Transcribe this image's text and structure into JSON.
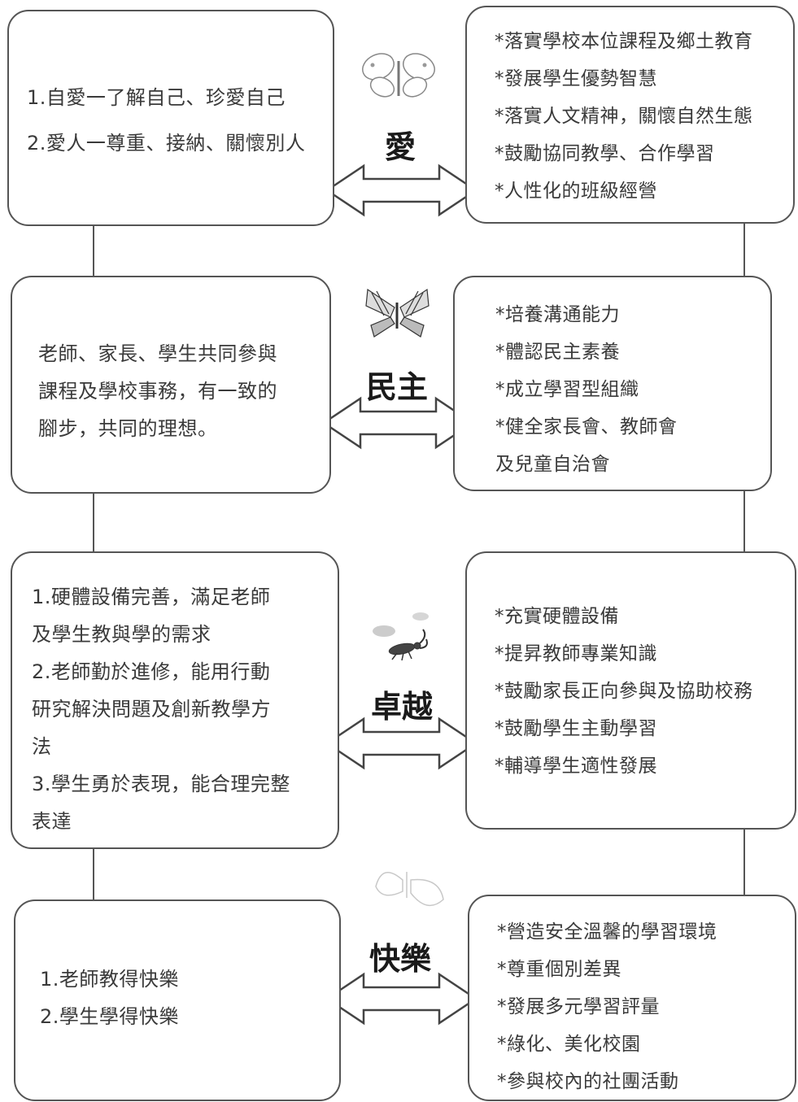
{
  "sections": [
    {
      "heading": "愛",
      "left_lines": [
        "1.自愛一了解自己、珍愛自己",
        "2.愛人一尊重、接納、關懷別人"
      ],
      "right_lines": [
        "*落實學校本位課程及鄉土教育",
        "*發展學生優勢智慧",
        "*落實人文精神，關懷自然生態",
        "*鼓勵協同教學、合作學習",
        "*人性化的班級經營"
      ],
      "icon": "white-butterfly-icon"
    },
    {
      "heading": "民主",
      "left_lines": [
        "老師、家長、學生共同參與",
        "課程及學校事務，有一致的",
        "腳步，共同的理想。"
      ],
      "right_lines": [
        "*培養溝通能力",
        "*體認民主素養",
        "*成立學習型組織",
        "*健全家長會、教師會",
        " 及兒童自治會"
      ],
      "icon": "swallowtail-butterfly-icon"
    },
    {
      "heading": "卓越",
      "left_lines": [
        "1.硬體設備完善，滿足老師",
        "  及學生教與學的需求",
        "2.老師勤於進修，能用行動",
        "  研究解決問題及創新教學方",
        "  法",
        "3.學生勇於表現，能合理完整",
        "  表達"
      ],
      "right_lines": [
        "*充實硬體設備",
        "*提昇教師專業知識",
        "*鼓勵家長正向參與及協助校務",
        "*鼓勵學生主動學習",
        "*輔導學生適性發展"
      ],
      "icon": "stag-beetle-icon"
    },
    {
      "heading": "快樂",
      "left_lines": [
        "1.老師教得快樂",
        "2.學生學得快樂"
      ],
      "right_lines": [
        "*營造安全溫馨的學習環境",
        "*尊重個別差異",
        "*發展多元學習評量",
        "*綠化、美化校園",
        "*參與校內的社團活動"
      ],
      "icon": "faint-butterfly-icon"
    }
  ],
  "colors": {
    "border": "#555555",
    "text": "#3a3a3a",
    "heading": "#1a1a1a"
  }
}
